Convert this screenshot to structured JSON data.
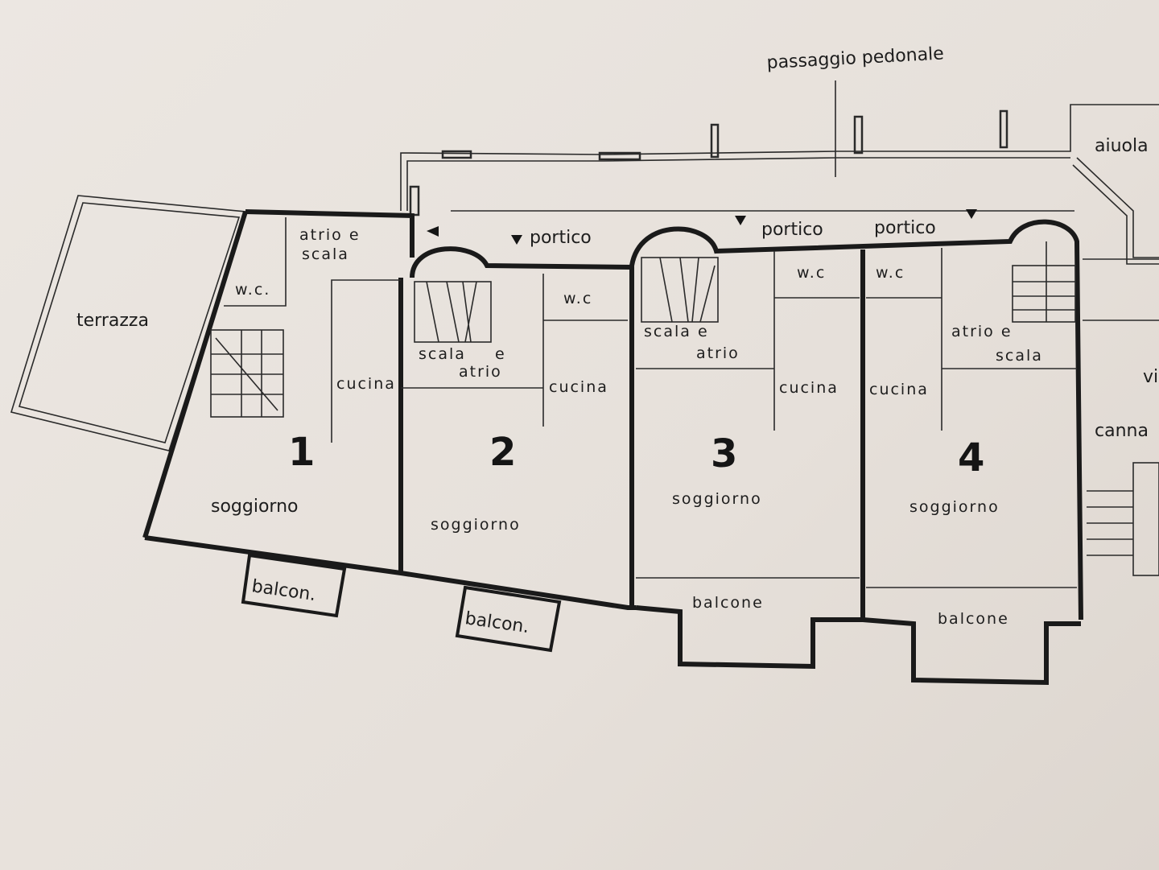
{
  "site": {
    "passage": "passaggio pedonale",
    "flowerbed": "aiuola",
    "terrace": "terrazza",
    "right_partial_1": "vi",
    "right_partial_2": "canna"
  },
  "units": [
    {
      "number": "1",
      "entry": "atrio e",
      "entry2": "scala",
      "wc": "w.c.",
      "kitchen": "cucina",
      "living": "soggiorno",
      "balcony": "balcon."
    },
    {
      "number": "2",
      "porch": "portico",
      "wc": "w.c",
      "entry": "scala",
      "entry_e": "e",
      "entry2": "atrio",
      "kitchen": "cucina",
      "living": "soggiorno",
      "balcony": "balcon."
    },
    {
      "number": "3",
      "porch": "portico",
      "wc": "w.c",
      "entry": "scala e",
      "entry2": "atrio",
      "kitchen": "cucina",
      "living": "soggiorno",
      "balcony": "balcone"
    },
    {
      "number": "4",
      "porch": "portico",
      "wc": "w.c",
      "entry": "atrio e",
      "entry2": "scala",
      "kitchen": "cucina",
      "living": "soggiorno",
      "balcony": "balcone"
    }
  ]
}
